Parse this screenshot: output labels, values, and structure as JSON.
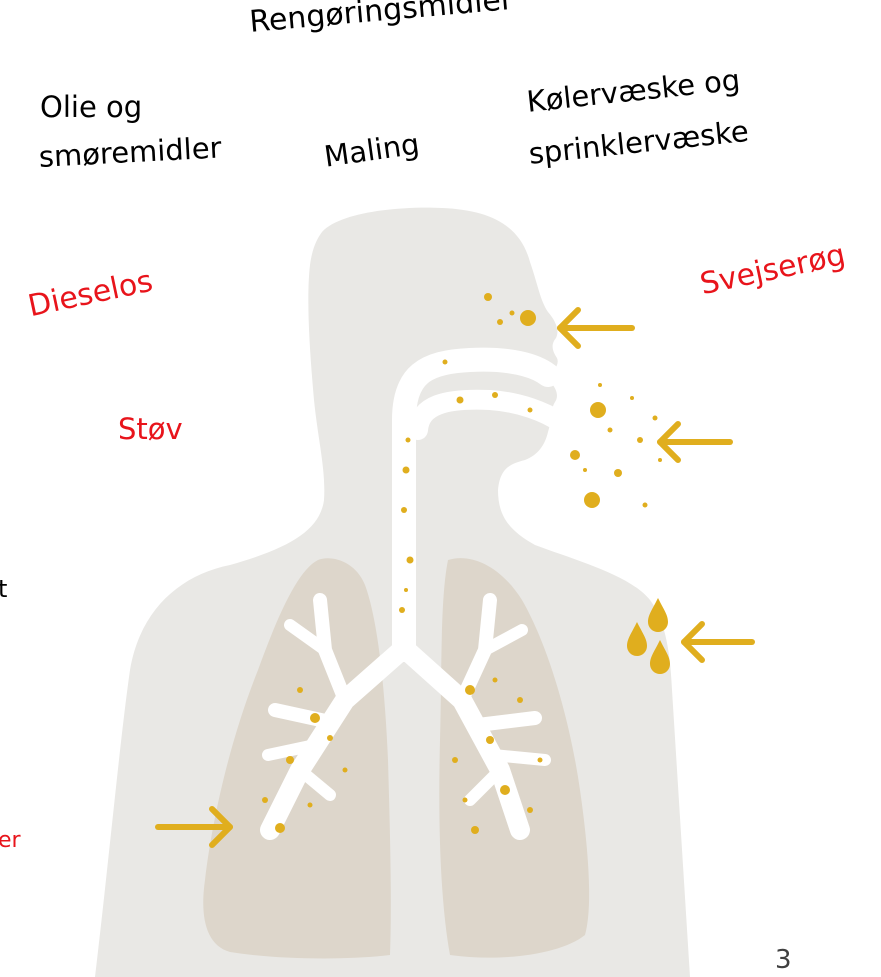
{
  "labels": {
    "rengoringsmidler": "Rengøringsmidler",
    "olie_line1": "Olie og",
    "olie_line2": "smøremidler",
    "maling": "Maling",
    "koler_line1": "Kølervæske og",
    "koler_line2": "sprinklervæske",
    "dieselos": "Dieselos",
    "svejserog": "Svejserøg",
    "stov": "Støv",
    "fragment_t": "t",
    "fragment_er": "er"
  },
  "page_number": "3",
  "colors": {
    "silhouette": "#e9e8e5",
    "lung": "#ddd6cb",
    "airway": "#ffffff",
    "particle": "#e0ae1e",
    "label_red": "#e8141b",
    "label_black": "#000000"
  }
}
